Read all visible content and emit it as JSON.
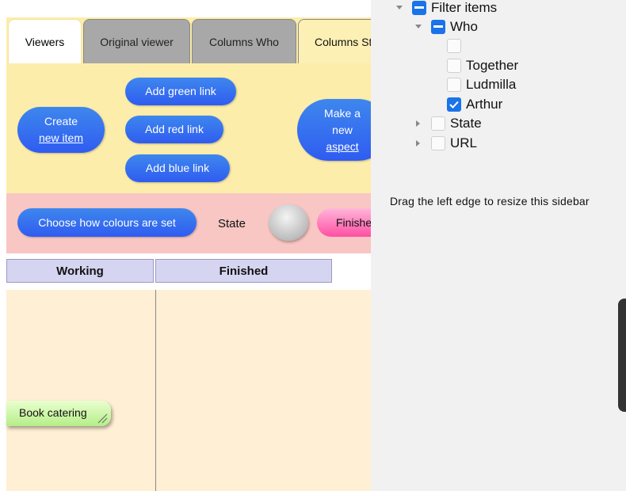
{
  "tabs": [
    {
      "label": "Viewers",
      "active": true
    },
    {
      "label": "Original viewer",
      "active": false
    },
    {
      "label": "Columns Who",
      "active": false
    },
    {
      "label": "Columns St",
      "active": false
    }
  ],
  "toolbar": {
    "create_item": [
      "Create",
      "new item"
    ],
    "add_green_link": "Add green link",
    "add_red_link": "Add red link",
    "add_blue_link": "Add blue link",
    "make_aspect": [
      "Make a",
      "new",
      "aspect"
    ]
  },
  "colour_bar": {
    "choose_colours": "Choose how colours are set",
    "state_label": "State",
    "finished_option": "Finished"
  },
  "columns": [
    "Working",
    "Finished"
  ],
  "board_items": [
    {
      "label": "Book catering",
      "column": "Working"
    }
  ],
  "sidebar": {
    "tree": [
      {
        "label": "Filter items",
        "level": 0,
        "state": "indeterminate",
        "expanded": true
      },
      {
        "label": "Who",
        "level": 1,
        "state": "indeterminate",
        "expanded": true
      },
      {
        "label": "",
        "level": 2,
        "state": "unchecked"
      },
      {
        "label": "Together",
        "level": 2,
        "state": "unchecked"
      },
      {
        "label": "Ludmilla",
        "level": 2,
        "state": "unchecked"
      },
      {
        "label": "Arthur",
        "level": 2,
        "state": "checked"
      },
      {
        "label": "State",
        "level": 1,
        "state": "unchecked",
        "expanded": false
      },
      {
        "label": "URL",
        "level": 1,
        "state": "unchecked",
        "expanded": false
      }
    ],
    "hint": "Drag the left edge to resize this sidebar"
  },
  "colors": {
    "accent_blue": "#1a73e8",
    "button_blue": "#2f5cf0",
    "toolbar_yellow": "#fcedaa",
    "colour_bar_pink": "#f8c6c3",
    "column_header": "#d5d4f1",
    "board_background": "#ffefd4",
    "item_green": "#b5ee88"
  }
}
